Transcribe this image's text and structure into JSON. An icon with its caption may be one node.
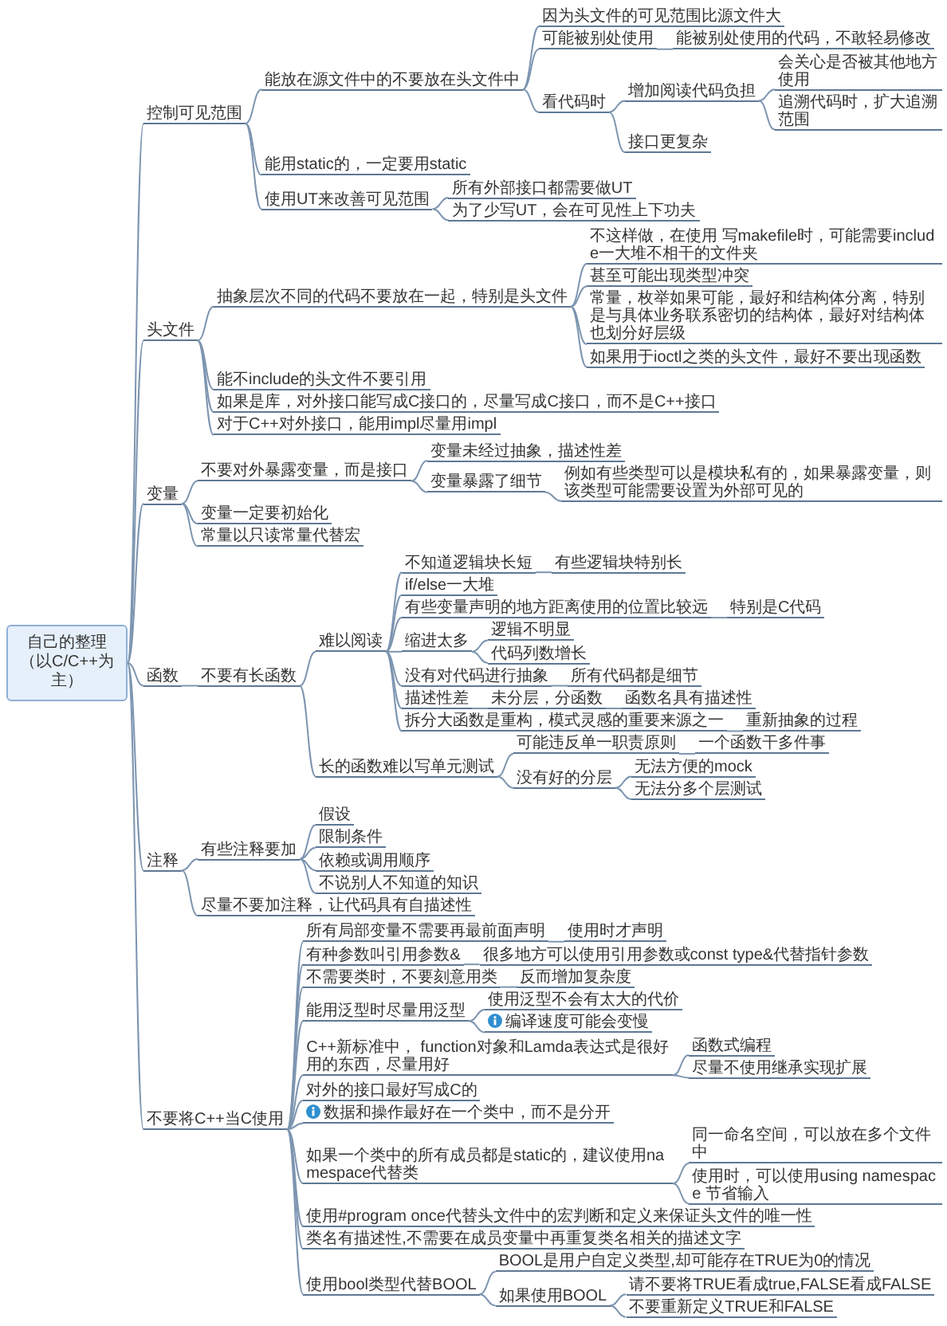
{
  "diagram": {
    "nodes": [
      {
        "text": [
          "自己的整理（以C/C++为主）"
        ]
      },
      {
        "text": [
          "控制可见范围"
        ]
      },
      {
        "text": [
          "能放在源文件中的不要放在头文件中"
        ]
      },
      {
        "text": [
          "因为头文件的可见范围比源文件大"
        ]
      },
      {
        "text": [
          "可能被别处使用"
        ]
      },
      {
        "text": [
          "能被别处使用的代码，不敢轻易修改"
        ]
      },
      {
        "text": [
          "看代码时"
        ]
      },
      {
        "text": [
          "增加阅读代码负担"
        ]
      },
      {
        "text": [
          "会关心是否被其他地方使用"
        ]
      },
      {
        "text": [
          "追溯代码时，扩大追溯范围"
        ]
      },
      {
        "text": [
          "接口更复杂"
        ]
      },
      {
        "text": [
          "能用static的，一定要用static"
        ]
      },
      {
        "text": [
          "使用UT来改善可见范围"
        ]
      },
      {
        "text": [
          "所有外部接口都需要做UT"
        ]
      },
      {
        "text": [
          "为了少写UT，会在可见性上下功夫"
        ]
      },
      {
        "text": [
          "头文件"
        ]
      },
      {
        "text": [
          "抽象层次不同的代码不要放在一起，特别是头文件"
        ]
      },
      {
        "text": [
          "不这样做，在使用 写makefile时，可能需要include一大堆不相干的文件夹"
        ]
      },
      {
        "text": [
          "甚至可能出现类型冲突"
        ]
      },
      {
        "text": [
          "常量，枚举如果可能，最好和结构体分离，特别是与具体业务联系密切的结构体，最好对结构体也划分好层级"
        ]
      },
      {
        "text": [
          "如果用于ioctl之类的头文件，最好不要出现函数"
        ]
      },
      {
        "text": [
          "能不include的头文件不要引用"
        ]
      },
      {
        "text": [
          "如果是库，对外接口能写成C接口的，尽量写成C接口，而不是C++接口"
        ]
      },
      {
        "text": [
          "对于C++对外接口，能用impl尽量用impl"
        ]
      },
      {
        "text": [
          "变量"
        ]
      },
      {
        "text": [
          "不要对外暴露变量，而是接口"
        ]
      },
      {
        "text": [
          "变量未经过抽象，描述性差"
        ]
      },
      {
        "text": [
          "变量暴露了细节"
        ]
      },
      {
        "text": [
          "例如有些类型可以是模块私有的，如果暴露变量，则该类型可能需要设置为外部可见的"
        ]
      },
      {
        "text": [
          "变量一定要初始化"
        ]
      },
      {
        "text": [
          "常量以只读常量代替宏"
        ]
      },
      {
        "text": [
          "函数"
        ]
      },
      {
        "text": [
          "不要有长函数"
        ]
      },
      {
        "text": [
          "难以阅读"
        ]
      },
      {
        "text": [
          "不知道逻辑块长短"
        ]
      },
      {
        "text": [
          "有些逻辑块特别长"
        ]
      },
      {
        "text": [
          "if/else一大堆"
        ]
      },
      {
        "text": [
          "有些变量声明的地方距离使用的位置比较远"
        ]
      },
      {
        "text": [
          "特别是C代码"
        ]
      },
      {
        "text": [
          "缩进太多"
        ]
      },
      {
        "text": [
          "逻辑不明显"
        ]
      },
      {
        "text": [
          "代码列数增长"
        ]
      },
      {
        "text": [
          "没有对代码进行抽象"
        ]
      },
      {
        "text": [
          "所有代码都是细节"
        ]
      },
      {
        "text": [
          "描述性差"
        ]
      },
      {
        "text": [
          "未分层，分函数"
        ]
      },
      {
        "text": [
          "函数名具有描述性"
        ]
      },
      {
        "text": [
          "拆分大函数是重构，模式灵感的重要来源之一"
        ]
      },
      {
        "text": [
          "重新抽象的过程"
        ]
      },
      {
        "text": [
          "长的函数难以写单元测试"
        ]
      },
      {
        "text": [
          "可能违反单一职责原则"
        ]
      },
      {
        "text": [
          "一个函数干多件事"
        ]
      },
      {
        "text": [
          "没有好的分层"
        ]
      },
      {
        "text": [
          "无法方便的mock"
        ]
      },
      {
        "text": [
          "无法分多个层测试"
        ]
      },
      {
        "text": [
          "注释"
        ]
      },
      {
        "text": [
          "有些注释要加"
        ]
      },
      {
        "text": [
          "假设"
        ]
      },
      {
        "text": [
          "限制条件"
        ]
      },
      {
        "text": [
          "依赖或调用顺序"
        ]
      },
      {
        "text": [
          "不说别人不知道的知识"
        ]
      },
      {
        "text": [
          "尽量不要加注释，让代码具有自描述性"
        ]
      },
      {
        "text": [
          "不要将C++当C使用"
        ]
      },
      {
        "text": [
          "所有局部变量不需要再最前面声明"
        ]
      },
      {
        "text": [
          "使用时才声明"
        ]
      },
      {
        "text": [
          "有种参数叫引用参数&"
        ]
      },
      {
        "text": [
          "很多地方可以使用引用参数或const type&代替指针参数"
        ]
      },
      {
        "text": [
          "不需要类时，不要刻意用类"
        ]
      },
      {
        "text": [
          "反而增加复杂度"
        ]
      },
      {
        "text": [
          "能用泛型时尽量用泛型"
        ]
      },
      {
        "text": [
          "使用泛型不会有太大的代价"
        ]
      },
      {
        "text": [
          "编译速度可能会变慢"
        ]
      },
      {
        "text": [
          "C++新标准中， function对象和Lamda表达式是很好用的东西，尽量用好"
        ]
      },
      {
        "text": [
          "函数式编程"
        ]
      },
      {
        "text": [
          "尽量不使用继承实现扩展"
        ]
      },
      {
        "text": [
          "对外的接口最好写成C的"
        ]
      },
      {
        "text": [
          "数据和操作最好在一个类中，而不是分开"
        ]
      },
      {
        "text": [
          "如果一个类中的所有成员都是static的，建议使用namespace代替类"
        ]
      },
      {
        "text": [
          "同一命名空间，可以放在多个文件中"
        ]
      },
      {
        "text": [
          "使用时，可以使用using namespace 节省输入"
        ]
      },
      {
        "text": [
          "使用#program once代替头文件中的宏判断和定义来保证头文件的唯一性"
        ]
      },
      {
        "text": [
          "类名有描述性,不需要在成员变量中再重复类名相关的描述文字"
        ]
      },
      {
        "text": [
          "使用bool类型代替BOOL"
        ]
      },
      {
        "text": [
          "BOOL是用户自定义类型,却可能存在TRUE为0的情况"
        ]
      },
      {
        "text": [
          "如果使用BOOL"
        ]
      },
      {
        "text": [
          "请不要将TRUE看成true,FALSE看成FALSE"
        ]
      },
      {
        "text": [
          "不要重新定义TRUE和FALSE"
        ]
      }
    ],
    "edges": [
      {
        "from": 0,
        "to": 1,
        "arrow": "none"
      },
      {
        "from": 1,
        "to": 2,
        "arrow": "none"
      },
      {
        "from": 2,
        "to": 3,
        "arrow": "none"
      },
      {
        "from": 2,
        "to": 4,
        "arrow": "none"
      },
      {
        "from": 4,
        "to": 5,
        "arrow": "none"
      },
      {
        "from": 2,
        "to": 6,
        "arrow": "none"
      },
      {
        "from": 6,
        "to": 7,
        "arrow": "none"
      },
      {
        "from": 7,
        "to": 8,
        "arrow": "none"
      },
      {
        "from": 7,
        "to": 9,
        "arrow": "none"
      },
      {
        "from": 6,
        "to": 10,
        "arrow": "none"
      },
      {
        "from": 1,
        "to": 11,
        "arrow": "none"
      },
      {
        "from": 1,
        "to": 12,
        "arrow": "none"
      },
      {
        "from": 12,
        "to": 13,
        "arrow": "none"
      },
      {
        "from": 12,
        "to": 14,
        "arrow": "none"
      },
      {
        "from": 0,
        "to": 15,
        "arrow": "none"
      },
      {
        "from": 15,
        "to": 16,
        "arrow": "none"
      },
      {
        "from": 16,
        "to": 17,
        "arrow": "none"
      },
      {
        "from": 16,
        "to": 18,
        "arrow": "none"
      },
      {
        "from": 16,
        "to": 19,
        "arrow": "none"
      },
      {
        "from": 16,
        "to": 20,
        "arrow": "none"
      },
      {
        "from": 15,
        "to": 21,
        "arrow": "none"
      },
      {
        "from": 15,
        "to": 22,
        "arrow": "none"
      },
      {
        "from": 15,
        "to": 23,
        "arrow": "none"
      },
      {
        "from": 0,
        "to": 24,
        "arrow": "none"
      },
      {
        "from": 24,
        "to": 25,
        "arrow": "none"
      },
      {
        "from": 25,
        "to": 26,
        "arrow": "none"
      },
      {
        "from": 25,
        "to": 27,
        "arrow": "none"
      },
      {
        "from": 27,
        "to": 28,
        "arrow": "none"
      },
      {
        "from": 24,
        "to": 29,
        "arrow": "none"
      },
      {
        "from": 24,
        "to": 30,
        "arrow": "none"
      },
      {
        "from": 0,
        "to": 31,
        "arrow": "none"
      },
      {
        "from": 31,
        "to": 32,
        "arrow": "none"
      },
      {
        "from": 32,
        "to": 33,
        "arrow": "none"
      },
      {
        "from": 33,
        "to": 34,
        "arrow": "none"
      },
      {
        "from": 34,
        "to": 35,
        "arrow": "none"
      },
      {
        "from": 33,
        "to": 36,
        "arrow": "none"
      },
      {
        "from": 33,
        "to": 37,
        "arrow": "none"
      },
      {
        "from": 37,
        "to": 38,
        "arrow": "none"
      },
      {
        "from": 33,
        "to": 39,
        "arrow": "none"
      },
      {
        "from": 39,
        "to": 40,
        "arrow": "none"
      },
      {
        "from": 39,
        "to": 41,
        "arrow": "none"
      },
      {
        "from": 33,
        "to": 42,
        "arrow": "none"
      },
      {
        "from": 42,
        "to": 43,
        "arrow": "none"
      },
      {
        "from": 33,
        "to": 44,
        "arrow": "none"
      },
      {
        "from": 44,
        "to": 45,
        "arrow": "none"
      },
      {
        "from": 45,
        "to": 46,
        "arrow": "none"
      },
      {
        "from": 33,
        "to": 47,
        "arrow": "none"
      },
      {
        "from": 47,
        "to": 48,
        "arrow": "none"
      },
      {
        "from": 32,
        "to": 49,
        "arrow": "none"
      },
      {
        "from": 49,
        "to": 50,
        "arrow": "none"
      },
      {
        "from": 50,
        "to": 51,
        "arrow": "none"
      },
      {
        "from": 49,
        "to": 52,
        "arrow": "none"
      },
      {
        "from": 52,
        "to": 53,
        "arrow": "none"
      },
      {
        "from": 52,
        "to": 54,
        "arrow": "none"
      },
      {
        "from": 0,
        "to": 55,
        "arrow": "none"
      },
      {
        "from": 55,
        "to": 56,
        "arrow": "none"
      },
      {
        "from": 56,
        "to": 57,
        "arrow": "none"
      },
      {
        "from": 56,
        "to": 58,
        "arrow": "none"
      },
      {
        "from": 56,
        "to": 59,
        "arrow": "none"
      },
      {
        "from": 56,
        "to": 60,
        "arrow": "none"
      },
      {
        "from": 55,
        "to": 61,
        "arrow": "none"
      },
      {
        "from": 0,
        "to": 62,
        "arrow": "none"
      },
      {
        "from": 62,
        "to": 63,
        "arrow": "none"
      },
      {
        "from": 63,
        "to": 64,
        "arrow": "none"
      },
      {
        "from": 62,
        "to": 65,
        "arrow": "none"
      },
      {
        "from": 65,
        "to": 66,
        "arrow": "none"
      },
      {
        "from": 62,
        "to": 67,
        "arrow": "none"
      },
      {
        "from": 67,
        "to": 68,
        "arrow": "none"
      },
      {
        "from": 62,
        "to": 69,
        "arrow": "none"
      },
      {
        "from": 69,
        "to": 70,
        "arrow": "none"
      },
      {
        "from": 69,
        "to": 71,
        "arrow": "none"
      },
      {
        "from": 62,
        "to": 72,
        "arrow": "none"
      },
      {
        "from": 72,
        "to": 73,
        "arrow": "none"
      },
      {
        "from": 72,
        "to": 74,
        "arrow": "none"
      },
      {
        "from": 62,
        "to": 75,
        "arrow": "none"
      },
      {
        "from": 62,
        "to": 76,
        "arrow": "none"
      },
      {
        "from": 62,
        "to": 77,
        "arrow": "none"
      },
      {
        "from": 77,
        "to": 78,
        "arrow": "none"
      },
      {
        "from": 77,
        "to": 79,
        "arrow": "none"
      },
      {
        "from": 62,
        "to": 80,
        "arrow": "none"
      },
      {
        "from": 62,
        "to": 81,
        "arrow": "none"
      },
      {
        "from": 62,
        "to": 82,
        "arrow": "none"
      },
      {
        "from": 82,
        "to": 83,
        "arrow": "none"
      },
      {
        "from": 82,
        "to": 84,
        "arrow": "none"
      },
      {
        "from": 84,
        "to": 85,
        "arrow": "none"
      },
      {
        "from": 84,
        "to": 86,
        "arrow": "none"
      }
    ]
  }
}
